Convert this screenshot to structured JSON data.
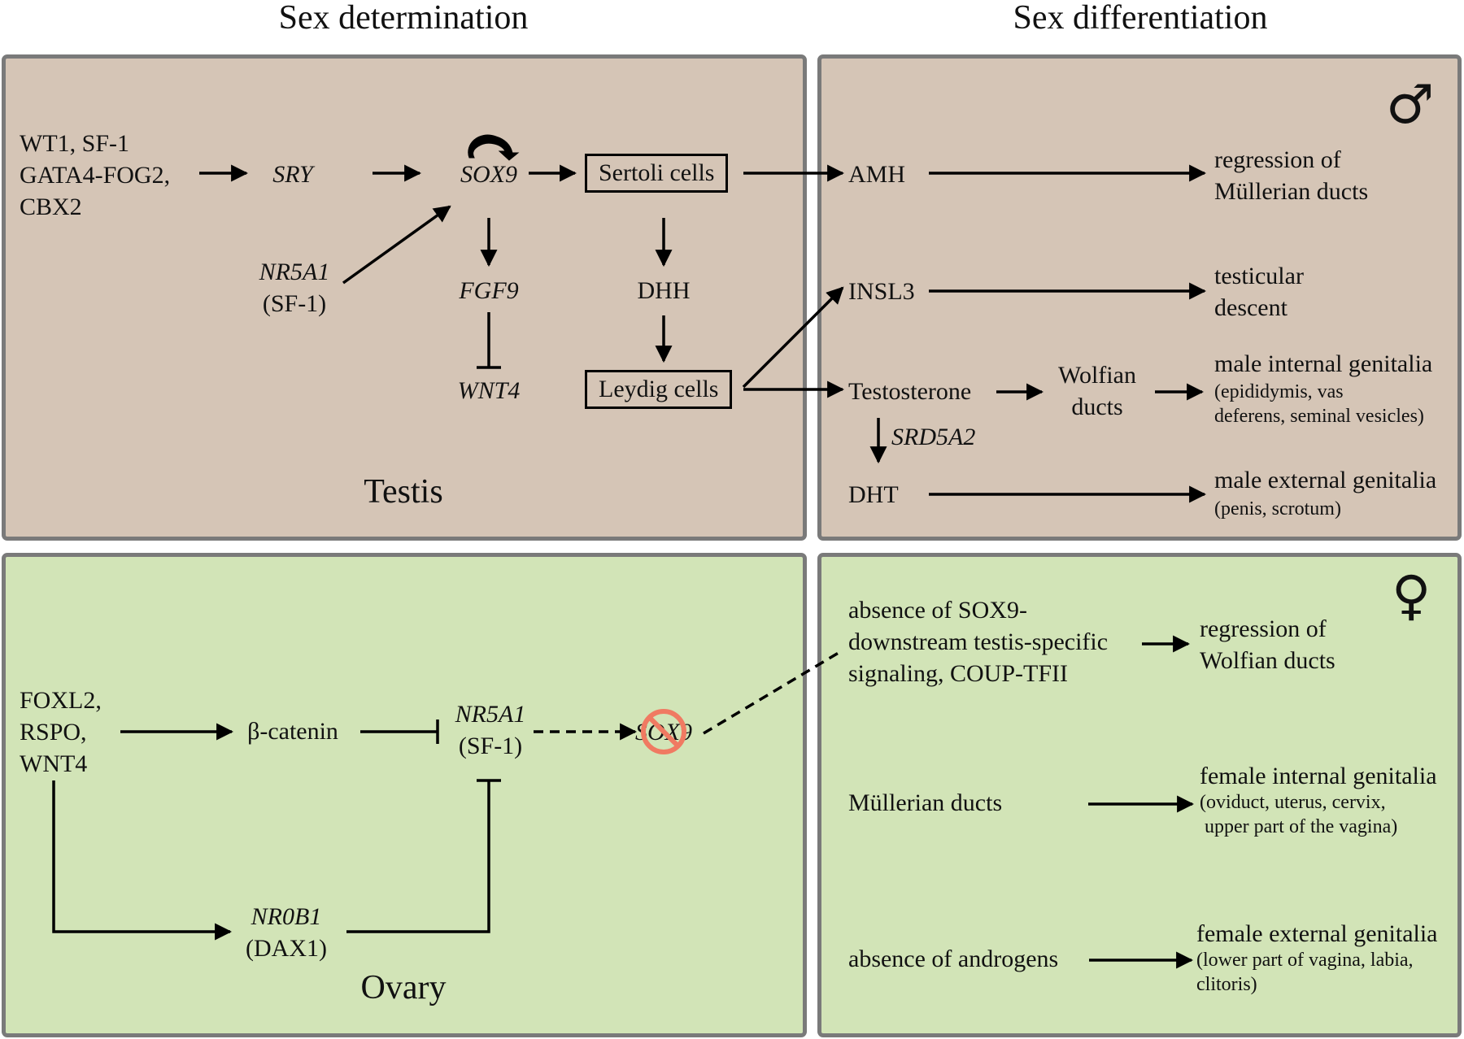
{
  "headers": {
    "determination": "Sex determination",
    "differentiation": "Sex differentiation"
  },
  "testis": {
    "label": "Testis",
    "inputs": [
      "WT1, SF-1",
      "GATA4-FOG2,",
      "CBX2"
    ],
    "sry": "SRY",
    "sox9": "SOX9",
    "nr5a1": "NR5A1",
    "sf1": "(SF-1)",
    "fgf9": "FGF9",
    "wnt4": "WNT4",
    "sertoli": "Sertoli cells",
    "dhh": "DHH",
    "leydig": "Leydig cells"
  },
  "male_diff": {
    "symbol": "♂",
    "amh": "AMH",
    "amh_out": [
      "regression of",
      "Müllerian ducts"
    ],
    "insl3": "INSL3",
    "insl3_out": [
      "testicular",
      "descent"
    ],
    "testosterone": "Testosterone",
    "wolfian": [
      "Wolfian",
      "ducts"
    ],
    "internal_title": "male internal genitalia",
    "internal_detail": [
      "(epididymis, vas",
      "deferens, seminal vesicles)"
    ],
    "srd5a2": "SRD5A2",
    "dht": "DHT",
    "external_title": "male external genitalia",
    "external_detail": "(penis, scrotum)"
  },
  "ovary": {
    "label": "Ovary",
    "inputs": [
      "FOXL2,",
      "RSPO,",
      "WNT4"
    ],
    "beta_catenin": "β-catenin",
    "nr5a1": "NR5A1",
    "sf1": "(SF-1)",
    "sox9": "SOX9",
    "nr0b1": "NR0B1",
    "dax1": "(DAX1)"
  },
  "female_diff": {
    "symbol": "♀",
    "absence_sox9": [
      "absence of SOX9-",
      "downstream testis-specific",
      "signaling, COUP-TFII"
    ],
    "wolfian_out": [
      "regression of",
      "Wolfian ducts"
    ],
    "mullerian": "Müllerian ducts",
    "internal_title": "female internal genitalia",
    "internal_detail": [
      "(oviduct, uterus, cervix,",
      "upper part of the vagina)"
    ],
    "absence_androgens": "absence of androgens",
    "external_title": "female external genitalia",
    "external_detail": [
      "(lower part of vagina, labia,",
      "clitoris)"
    ]
  },
  "colors": {
    "male_panel": "#d5c5b6",
    "female_panel": "#d2e4b7",
    "border": "#7a7a7a",
    "prohibited": "#f07a62"
  }
}
